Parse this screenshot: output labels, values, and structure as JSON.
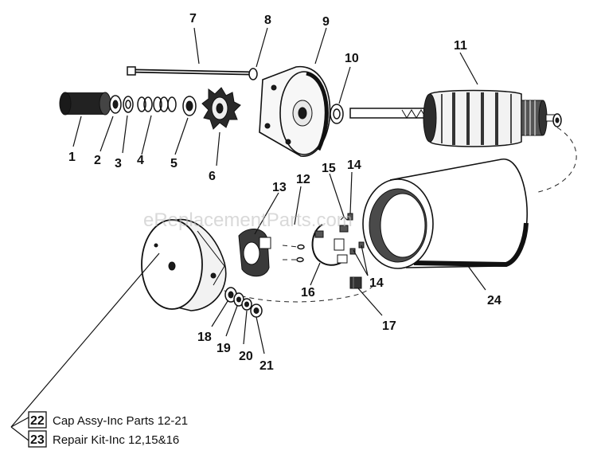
{
  "watermark": "eReplacementParts.com",
  "callouts": {
    "c1": "1",
    "c2": "2",
    "c3": "3",
    "c4": "4",
    "c5": "5",
    "c6": "6",
    "c7": "7",
    "c8": "8",
    "c9": "9",
    "c10": "10",
    "c11": "11",
    "c12": "12",
    "c13": "13",
    "c14a": "14",
    "c14b": "14",
    "c15": "15",
    "c16": "16",
    "c17": "17",
    "c18": "18",
    "c19": "19",
    "c20": "20",
    "c21": "21",
    "c24": "24"
  },
  "legend": [
    {
      "num": "22",
      "text": "Cap Assy-Inc Parts 12-21"
    },
    {
      "num": "23",
      "text": "Repair Kit-Inc 12,15&16"
    }
  ]
}
